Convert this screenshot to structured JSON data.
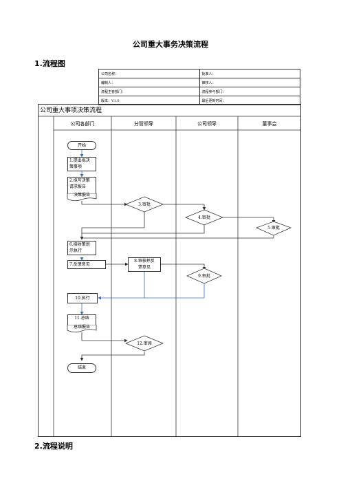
{
  "title": "公司重大事务决策流程",
  "section1": "1.流程图",
  "section2": "2.流程说明",
  "info_table": [
    [
      "公司名称：",
      "批准人："
    ],
    [
      "编制人：",
      "审核人："
    ],
    [
      "流程主管部门：",
      "流程参与部门："
    ],
    [
      "版本：V1.0",
      "最后更新时间："
    ]
  ],
  "flow": {
    "name": "公司重大事项决策流程",
    "lanes": [
      "公司各部门",
      "分管领导",
      "公司领导",
      "董事会"
    ],
    "start": "开始",
    "end": "结束",
    "step1": [
      "1.提出拟决",
      "策事项"
    ],
    "step2": [
      "2.拟写决策",
      "请求报告"
    ],
    "step2_doc": "决策报告",
    "step3": "3.审批",
    "step4": "4.审批",
    "step5": "5.审批",
    "step6": [
      "6.接收策划",
      "示执行"
    ],
    "step7": "7.反馈意见",
    "step8": [
      "8.审核并反",
      "馈意见"
    ],
    "step9": "9.审批",
    "step10": "10.执行",
    "step11": [
      "11.总结"
    ],
    "step11_doc": "总结报告",
    "step12": "12.审阅"
  }
}
